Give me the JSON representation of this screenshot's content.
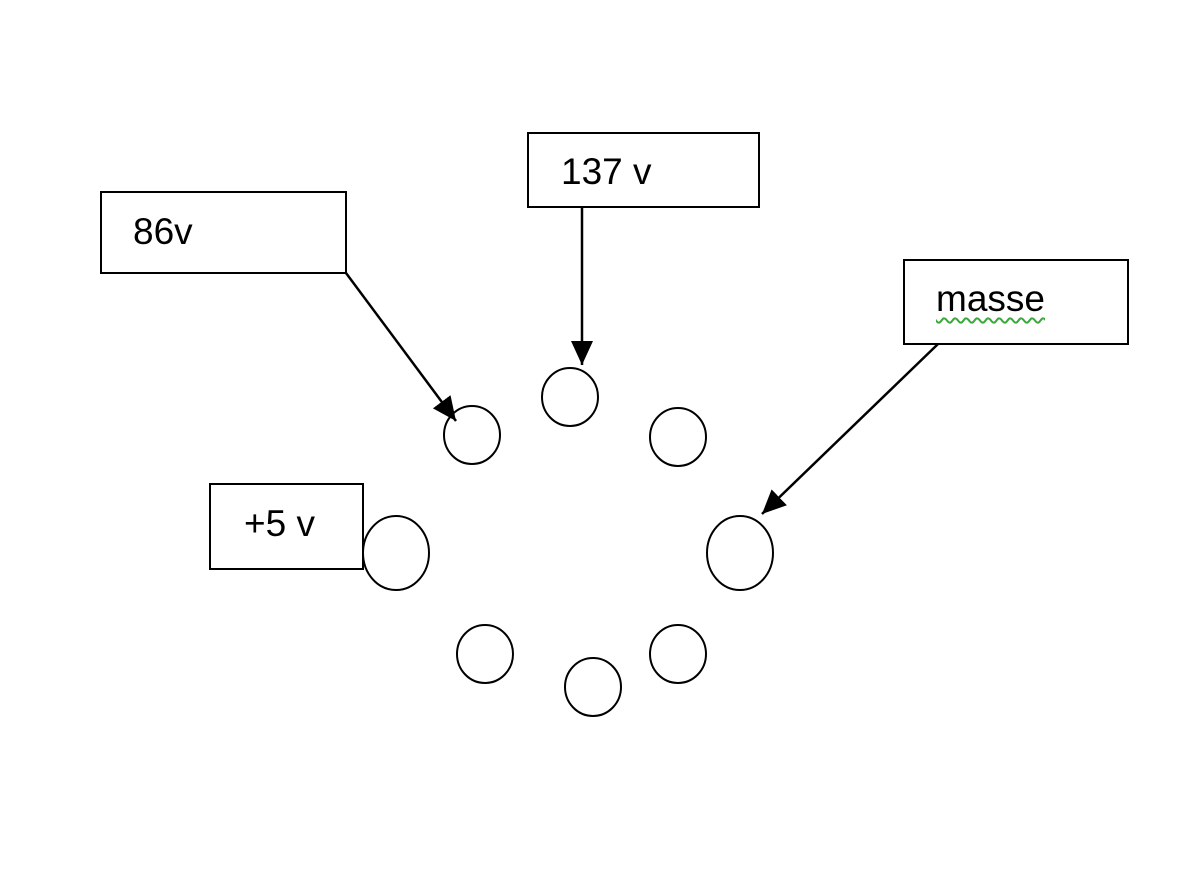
{
  "colors": {
    "stroke": "#000000",
    "background": "#ffffff",
    "spellcheck": "#3aa83a"
  },
  "labels": {
    "pin_86v": "86v",
    "pin_137v": "137 v",
    "pin_masse": "masse",
    "pin_5v": "+5 v"
  }
}
